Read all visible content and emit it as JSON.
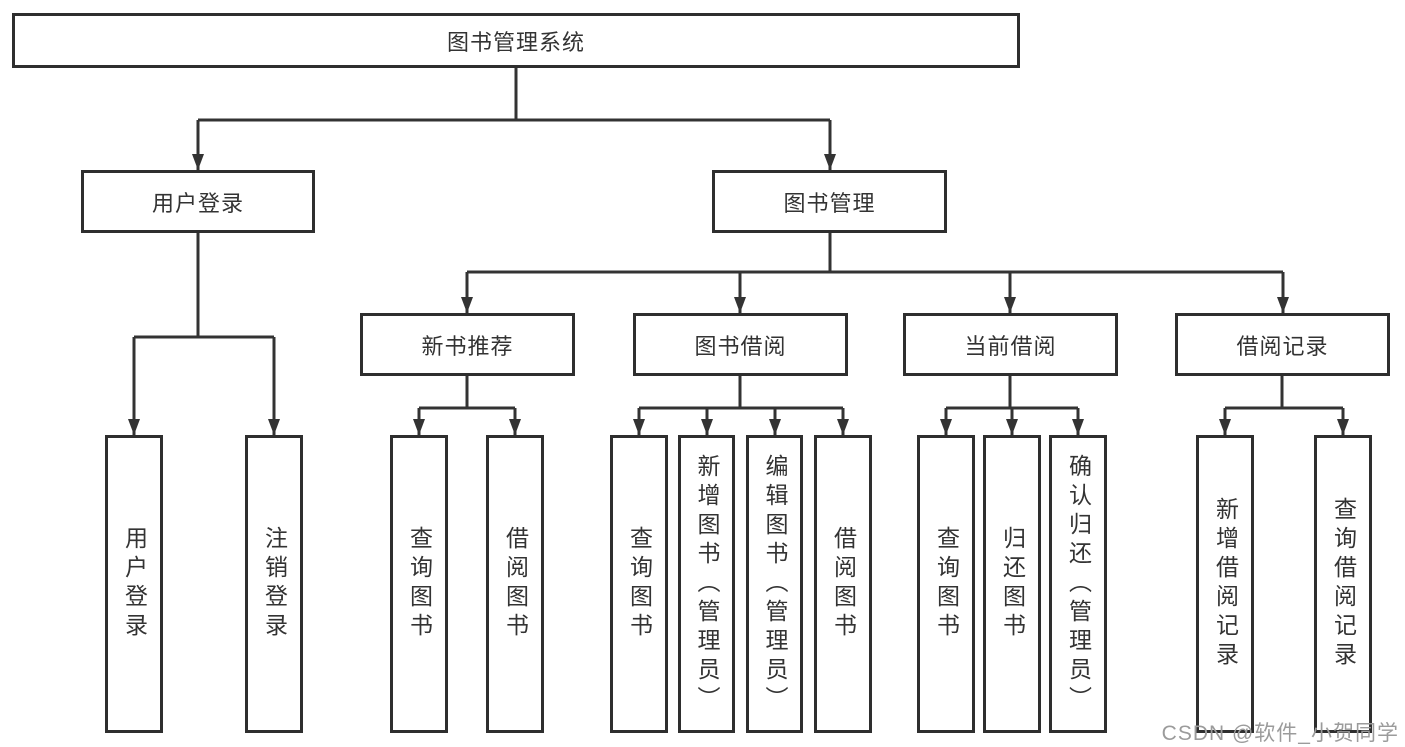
{
  "diagram": {
    "type": "tree",
    "root": {
      "label": "图书管理系统"
    },
    "level2": [
      {
        "label": "用户登录",
        "children": [
          {
            "label": "用户登录"
          },
          {
            "label": "注销登录"
          }
        ]
      },
      {
        "label": "图书管理",
        "children": [
          {
            "label": "新书推荐",
            "children": [
              {
                "label": "查询图书"
              },
              {
                "label": "借阅图书"
              }
            ]
          },
          {
            "label": "图书借阅",
            "children": [
              {
                "label": "查询图书"
              },
              {
                "label": "新增图书（管理员）"
              },
              {
                "label": "编辑图书（管理员）"
              },
              {
                "label": "借阅图书"
              }
            ]
          },
          {
            "label": "当前借阅",
            "children": [
              {
                "label": "查询图书"
              },
              {
                "label": "归还图书"
              },
              {
                "label": "确认归还（管理员）"
              }
            ]
          },
          {
            "label": "借阅记录",
            "children": [
              {
                "label": "新增借阅记录"
              },
              {
                "label": "查询借阅记录"
              }
            ]
          }
        ]
      }
    ],
    "colors": {
      "line": "#333333",
      "box_border": "#2e2e2e",
      "text": "#333333",
      "background": "#ffffff",
      "watermark": "#9b9b9b"
    }
  },
  "watermark": {
    "text": "CSDN @软件_小贺同学"
  }
}
